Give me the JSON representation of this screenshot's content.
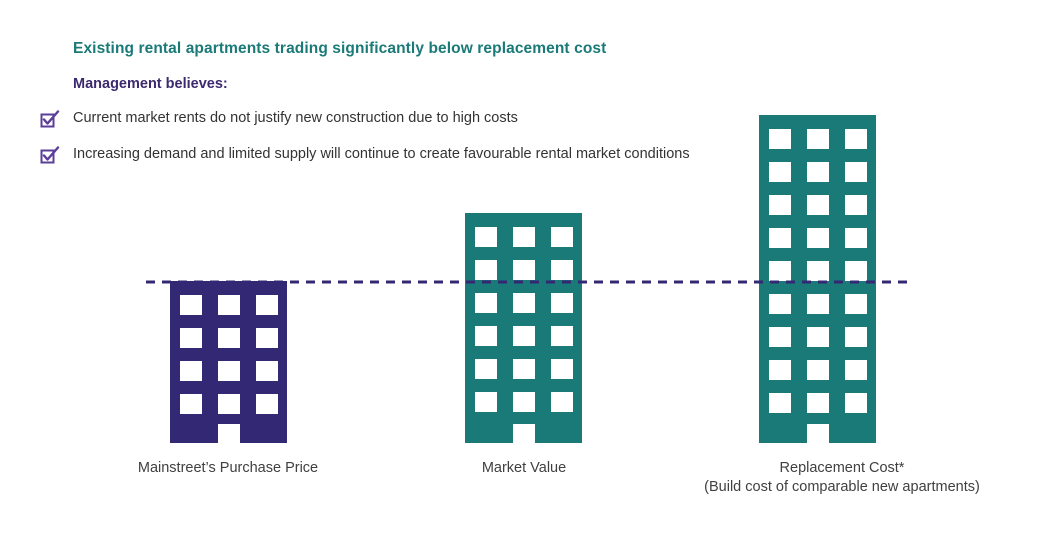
{
  "header": {
    "title": "Existing rental apartments trading significantly below replacement cost",
    "subtitle": "Management believes:"
  },
  "bullets": [
    {
      "icon": "checkbox-checked-icon",
      "text": "Current market rents do not justify new construction due to high costs"
    },
    {
      "icon": "checkbox-checked-icon",
      "text": "Increasing demand and limited supply will continue to create favourable rental market conditions"
    }
  ],
  "buildings": [
    {
      "label": "Mainstreet’s Purchase Price",
      "note": "",
      "color": "#332873",
      "floors": 4
    },
    {
      "label": "Market Value",
      "note": "",
      "color": "#1a7a78",
      "floors": 6
    },
    {
      "label": "Replacement Cost*",
      "note": "(Build cost of comparable new apartments)",
      "color": "#1a7a78",
      "floors": 9
    }
  ],
  "colors": {
    "teal": "#1a7a78",
    "purple": "#332873",
    "dashed_line": "#332873",
    "check": "#5c3d99"
  }
}
